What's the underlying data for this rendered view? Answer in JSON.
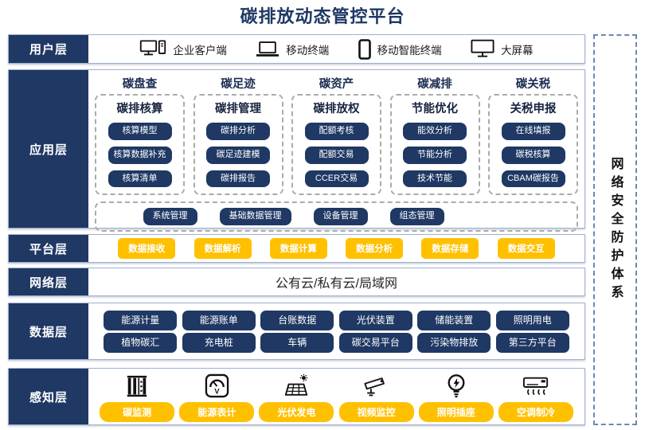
{
  "title": "碳排放动态管控平台",
  "colors": {
    "navy": "#1F3864",
    "yellow": "#FFC000",
    "row_border": "#9FB1D1",
    "dash_gray": "#ABABAB",
    "security_border": "#6D87B7"
  },
  "security_sidebar": {
    "label": "网络安全防护体系"
  },
  "layers": {
    "user": {
      "label": "用户层",
      "items": [
        {
          "icon": "desktop-pc-icon",
          "label": "企业客户端"
        },
        {
          "icon": "laptop-icon",
          "label": "移动终端"
        },
        {
          "icon": "smartphone-icon",
          "label": "移动智能终端"
        },
        {
          "icon": "monitor-icon",
          "label": "大屏幕"
        }
      ]
    },
    "app": {
      "label": "应用层",
      "columns": [
        {
          "title": "碳盘查",
          "subtitle": "碳排核算",
          "items": [
            "核算模型",
            "核算数据补充",
            "核算清单"
          ]
        },
        {
          "title": "碳足迹",
          "subtitle": "碳排管理",
          "items": [
            "碳排分析",
            "碳足迹建模",
            "碳排报告"
          ]
        },
        {
          "title": "碳资产",
          "subtitle": "碳排放权",
          "items": [
            "配额考核",
            "配额交易",
            "CCER交易"
          ]
        },
        {
          "title": "碳减排",
          "subtitle": "节能优化",
          "items": [
            "能效分析",
            "节能分析",
            "技术节能"
          ]
        },
        {
          "title": "碳关税",
          "subtitle": "关税申报",
          "items": [
            "在线填报",
            "碳税核算",
            "CBAM碳报告"
          ]
        }
      ],
      "common": [
        "系统管理",
        "基础数据管理",
        "设备管理",
        "组态管理"
      ]
    },
    "platform": {
      "label": "平台层",
      "items": [
        "数据接收",
        "数据解析",
        "数据计算",
        "数据分析",
        "数据存储",
        "数据交互"
      ]
    },
    "network": {
      "label": "网络层",
      "text": "公有云/私有云/局域网"
    },
    "data": {
      "label": "数据层",
      "rows": [
        [
          "能源计量",
          "能源账单",
          "台账数据",
          "光伏装置",
          "储能装置",
          "照明用电"
        ],
        [
          "植物碳汇",
          "充电桩",
          "车辆",
          "碳交易平台",
          "污染物排放",
          "第三方平台"
        ]
      ]
    },
    "sensing": {
      "label": "感知层",
      "items": [
        {
          "icon": "carbon-monitor-icon",
          "label": "碳监测"
        },
        {
          "icon": "energy-meter-icon",
          "label": "能源表计"
        },
        {
          "icon": "solar-panel-icon",
          "label": "光伏发电"
        },
        {
          "icon": "cctv-camera-icon",
          "label": "视频监控"
        },
        {
          "icon": "light-bulb-icon",
          "label": "照明插座"
        },
        {
          "icon": "air-conditioner-icon",
          "label": "空调制冷"
        }
      ]
    }
  }
}
